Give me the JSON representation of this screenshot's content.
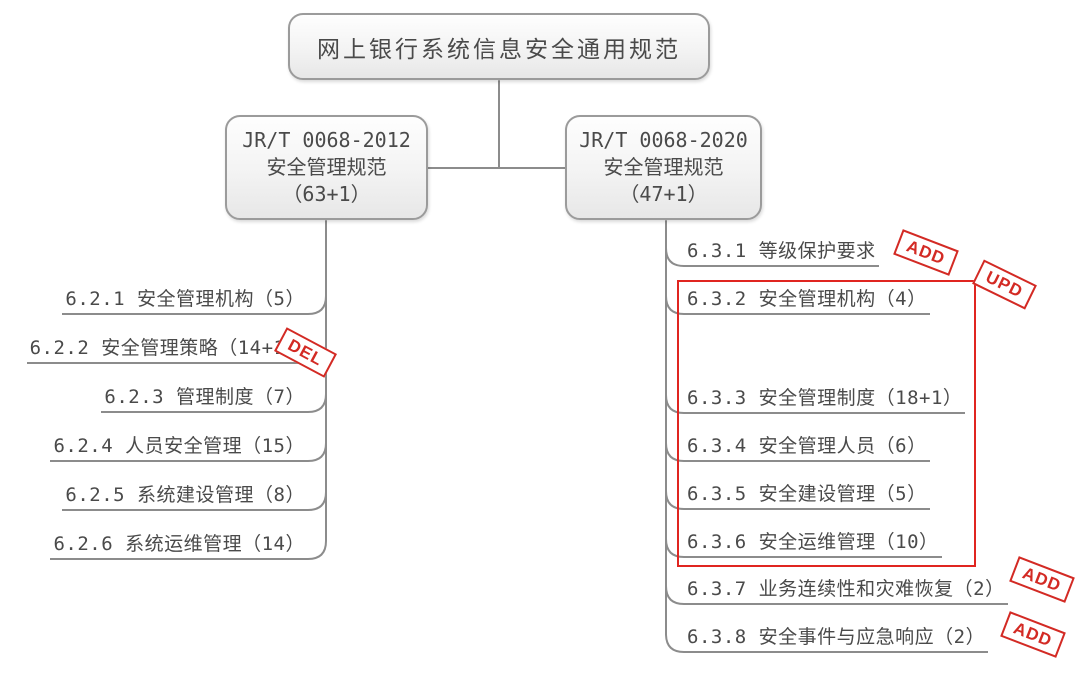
{
  "diagram": {
    "root": {
      "label": "网上银行系统信息安全通用规范"
    },
    "left_branch": {
      "title_lines": [
        "JR/T 0068-2012",
        "安全管理规范",
        "（63+1）"
      ],
      "items": [
        {
          "label": "6.2.1 安全管理机构（5）"
        },
        {
          "label": "6.2.2 安全管理策略（14+1）",
          "stamp": "DEL"
        },
        {
          "label": "6.2.3 管理制度（7）"
        },
        {
          "label": "6.2.4 人员安全管理（15）"
        },
        {
          "label": "6.2.5 系统建设管理（8）"
        },
        {
          "label": "6.2.6 系统运维管理（14）"
        }
      ]
    },
    "right_branch": {
      "title_lines": [
        "JR/T 0068-2020",
        "安全管理规范",
        "（47+1）"
      ],
      "items": [
        {
          "label": "6.3.1 等级保护要求",
          "stamp": "ADD"
        },
        {
          "label": "6.3.2 安全管理机构（4）"
        },
        {
          "label": "6.3.3 安全管理制度（18+1）"
        },
        {
          "label": "6.3.4 安全管理人员（6）"
        },
        {
          "label": "6.3.5 安全建设管理（5）"
        },
        {
          "label": "6.3.6 安全运维管理（10）"
        },
        {
          "label": "6.3.7 业务连续性和灾难恢复（2）",
          "stamp": "ADD"
        },
        {
          "label": "6.3.8 安全事件与应急响应（2）",
          "stamp": "ADD"
        }
      ],
      "update_group": {
        "stamp": "UPD"
      }
    },
    "colors": {
      "stamp_red": "#d32a24",
      "group_box_red": "#e02520",
      "line_gray": "#8c8c8c",
      "text_gray": "#4a4a4a"
    }
  }
}
